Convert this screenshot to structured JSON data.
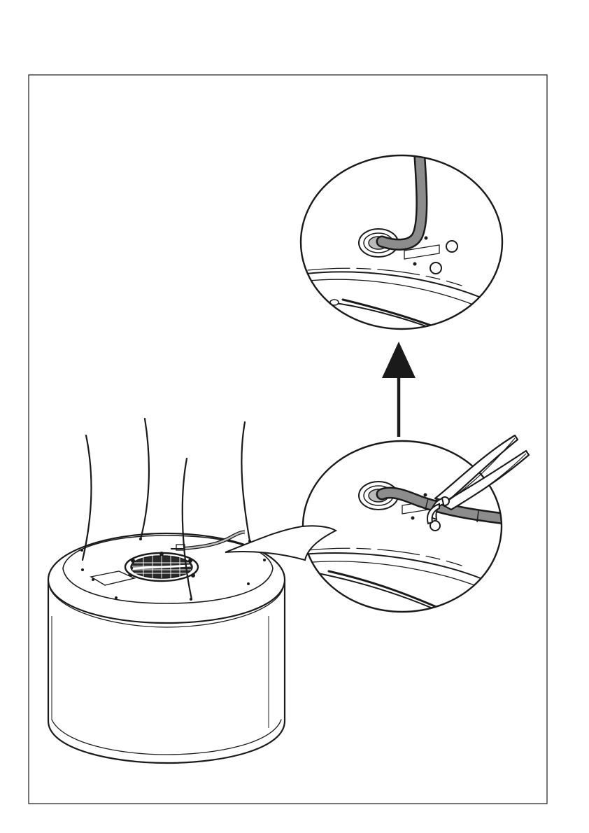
{
  "figure": {
    "panels": [
      {
        "name": "detail-view-hose-inserted",
        "shows": "hose-fitted-in-grommet"
      },
      {
        "name": "detail-view-pliers-action",
        "shows": "pliers-pulling-hose-through-grommet"
      },
      {
        "name": "main-view-hood-body",
        "shows": "cylindrical-hood-with-filter-grille-and-cables"
      }
    ],
    "arrow_direction": "up",
    "colors": {
      "line": "#1a1a1a",
      "background": "#ffffff",
      "hose_fill": "#8c8c8c",
      "grille_fill": "#2a2a2a"
    }
  }
}
